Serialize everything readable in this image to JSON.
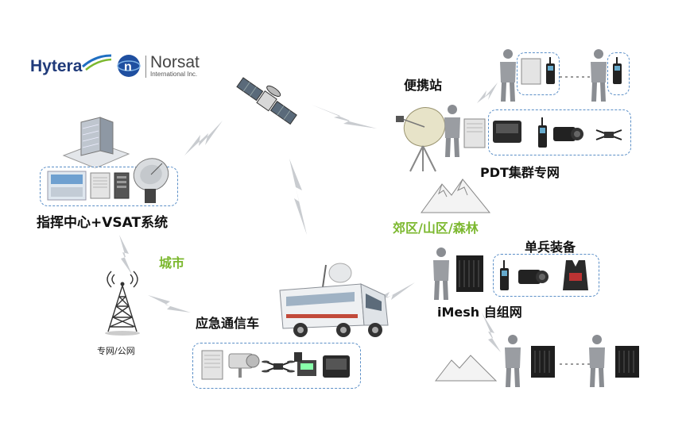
{
  "logos": {
    "hytera": "Hytera",
    "norsat_name": "Norsat",
    "norsat_sub": "International Inc."
  },
  "labels": {
    "command_center": "指挥中心+VSAT系统",
    "portable_station": "便携站",
    "pdt_network": "PDT集群专网",
    "suburb": "郊区/山区/森林",
    "city": "城市",
    "soldier_gear": "单兵装备",
    "imesh": "iMesh 自组网",
    "emergency_vehicle": "应急通信车",
    "network": "专网/公网"
  },
  "colors": {
    "accent_green": "#7cb82f",
    "dash_blue": "#5b8fc7",
    "link_gray": "#c9ccd0"
  }
}
